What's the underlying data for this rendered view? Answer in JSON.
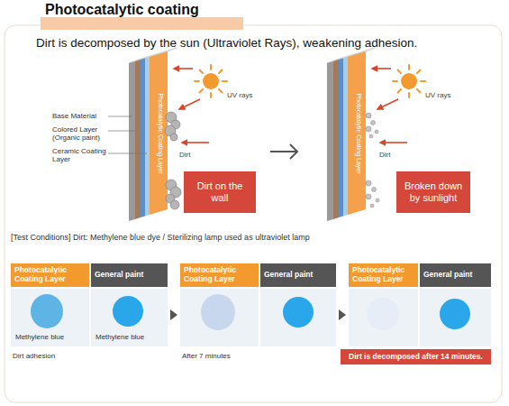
{
  "diagram": {
    "title": "Photocatalytic coating",
    "nodes": [
      {
        "text": [
          "Dirt on the wall"
        ]
      },
      {
        "text": [
          "Broken down by sunlight"
        ]
      },
      {
        "text": [
          "Photocatalytic Coating Layer"
        ]
      },
      {
        "text": [
          "General paint"
        ]
      },
      {
        "text": [
          "Photocatalytic Coating Layer"
        ]
      },
      {
        "text": [
          "General paint"
        ]
      },
      {
        "text": [
          "Photocatalytic Coating Layer"
        ]
      },
      {
        "text": [
          "General paint"
        ]
      },
      {
        "text": [
          "Dirt is decomposed after 14 minutes."
        ]
      }
    ],
    "labels": [
      "Dirt is decomposed by the sun (Ultraviolet Rays), weakening adhesion.",
      "Base Material",
      "Colored Layer (Organic paint)",
      "Ceramic Coating Layer",
      "Photocatalytic Coating Layer",
      "UV rays",
      "Dirt",
      "Photocatalytic Coating Layer",
      "UV rays",
      "Dirt",
      "[Test Conditions] Dirt: Methylene blue dye / Sterilizing lamp used as ultraviolet lamp",
      "Methylene blue",
      "Methylene blue",
      "Dirt adhesion",
      "After 7 minutes"
    ]
  }
}
